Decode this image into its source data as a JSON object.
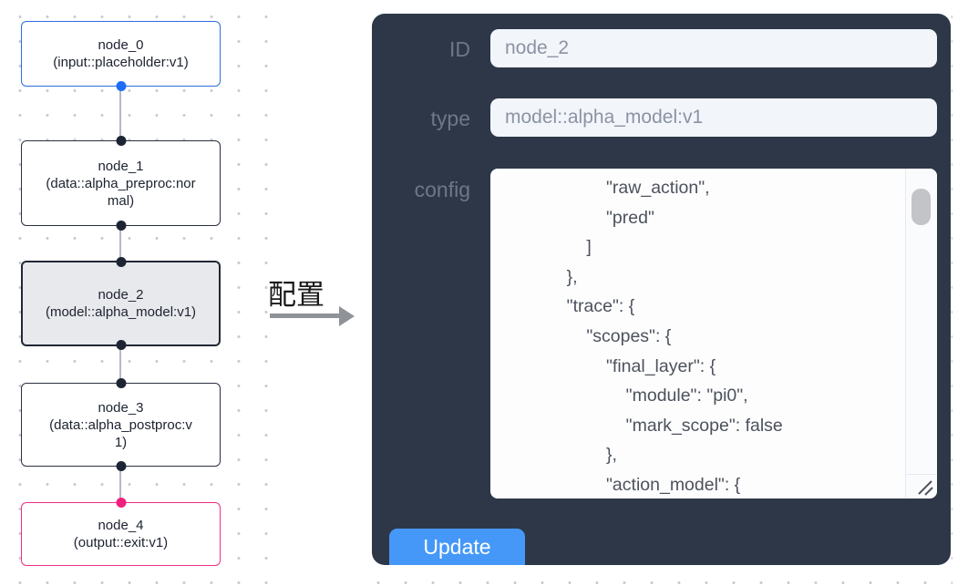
{
  "flow": {
    "nodes": [
      {
        "title": "node_0",
        "subtitle": "(input::placeholder:v1)"
      },
      {
        "title": "node_1",
        "subtitle": "(data::alpha_preproc:normal)"
      },
      {
        "title": "node_2",
        "subtitle": "(model::alpha_model:v1)"
      },
      {
        "title": "node_3",
        "subtitle": "(data::alpha_postproc:v1)"
      },
      {
        "title": "node_4",
        "subtitle": "(output::exit:v1)"
      }
    ],
    "selected_node": "node_2"
  },
  "transition": {
    "label": "配置"
  },
  "panel": {
    "fields": {
      "id": {
        "label": "ID",
        "value": "node_2"
      },
      "type": {
        "label": "type",
        "value": "model::alpha_model:v1"
      },
      "config": {
        "label": "config",
        "value": "            \"raw_action\",\n            \"pred\"\n        ]\n    },\n    \"trace\": {\n        \"scopes\": {\n            \"final_layer\": {\n                \"module\": \"pi0\",\n                \"mark_scope\": false\n            },\n            \"action_model\": {"
      }
    },
    "update_button": "Update"
  },
  "colors": {
    "panel_background": "#2d3748",
    "node_input_border": "#2c6fdb",
    "node_output_border": "#ee2f86",
    "node_selected_background": "#e8e9ec",
    "update_button": "#4598f7",
    "handle_blue": "#1e6ef5",
    "handle_pink": "#f0217e"
  }
}
